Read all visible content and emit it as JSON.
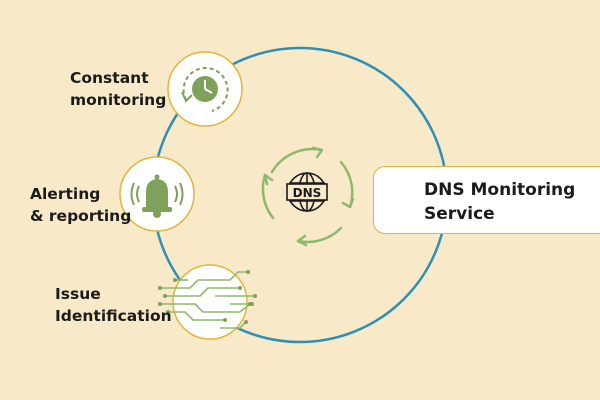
{
  "items": [
    {
      "label": "Constant\nmonitoring",
      "icon": "clock-cycle-icon"
    },
    {
      "label": "Alerting\n& reporting",
      "icon": "bell-icon"
    },
    {
      "label": "Issue\nIdentification",
      "icon": "circuit-icon"
    }
  ],
  "center": {
    "icon": "dns-globe-icon",
    "text": "DNS",
    "cycle": "cycle-arrows-icon"
  },
  "service": {
    "title": "DNS  Monitoring\nService"
  },
  "colors": {
    "background": "#f8e9c8",
    "ring": "#2f8fb5",
    "icon_green": "#7ea25a",
    "badge_border": "#e3b53a",
    "text": "#1b1b1b"
  }
}
